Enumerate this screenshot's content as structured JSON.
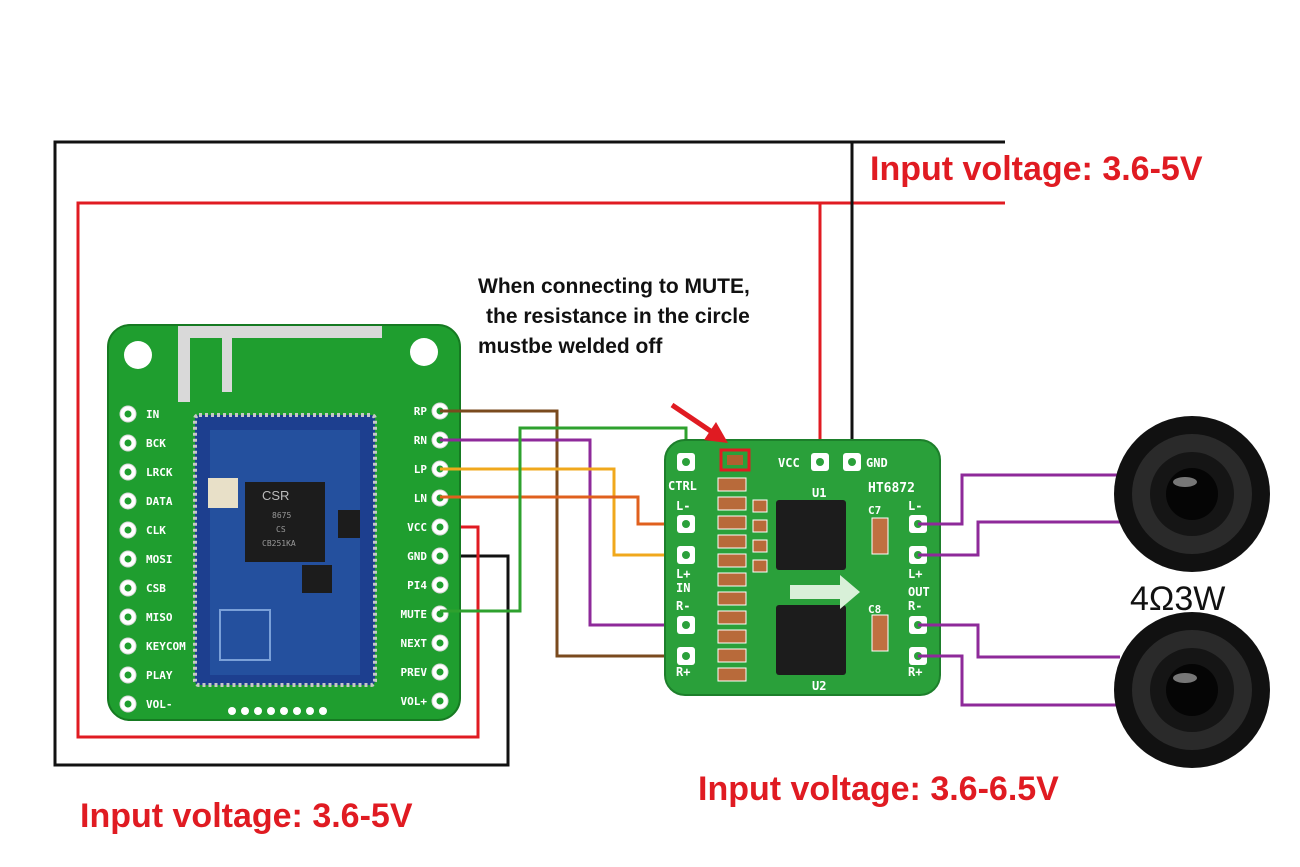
{
  "labels": {
    "input_top_right": "Input voltage: 3.6-5V",
    "input_bottom_left": "Input voltage: 3.6-5V",
    "input_bottom_right": "Input voltage: 3.6-6.5V",
    "note_line1": "When connecting to MUTE,",
    "note_line2": "the resistance in the circle",
    "note_line3": "mustbe welded off",
    "speaker_rating": "4Ω3W"
  },
  "bt_module": {
    "left_pins": [
      "IN",
      "BCK",
      "LRCK",
      "DATA",
      "CLK",
      "MOSI",
      "CSB",
      "MISO",
      "KEYCOM",
      "PLAY",
      "VOL-"
    ],
    "right_pins": [
      "RP",
      "RN",
      "LP",
      "LN",
      "VCC",
      "GND",
      "PI4",
      "MUTE",
      "NEXT",
      "PREV",
      "VOL+"
    ],
    "chip_brand": "CSR",
    "chip_line1": "8675",
    "chip_line2": "CS",
    "chip_line3": "CB251KA"
  },
  "amp_module": {
    "name": "HT6872",
    "top_labels": [
      "CTRL",
      "VCC",
      "GND"
    ],
    "left_labels": [
      "L-",
      "L+",
      "IN",
      "R-",
      "R+"
    ],
    "right_labels": [
      "L-",
      "L+",
      "OUT",
      "R-",
      "R+"
    ],
    "u1": "U1",
    "u2": "U2",
    "c7": "C7",
    "c8": "C8"
  },
  "colors": {
    "wire_black": "#111111",
    "wire_red": "#e01b22",
    "wire_brown": "#7a4a1e",
    "wire_purple": "#8e2a9a",
    "wire_yellow": "#f0a81c",
    "wire_orange": "#e0601e",
    "wire_green": "#2ea12e",
    "pcb_green": "#1f9e2f"
  }
}
